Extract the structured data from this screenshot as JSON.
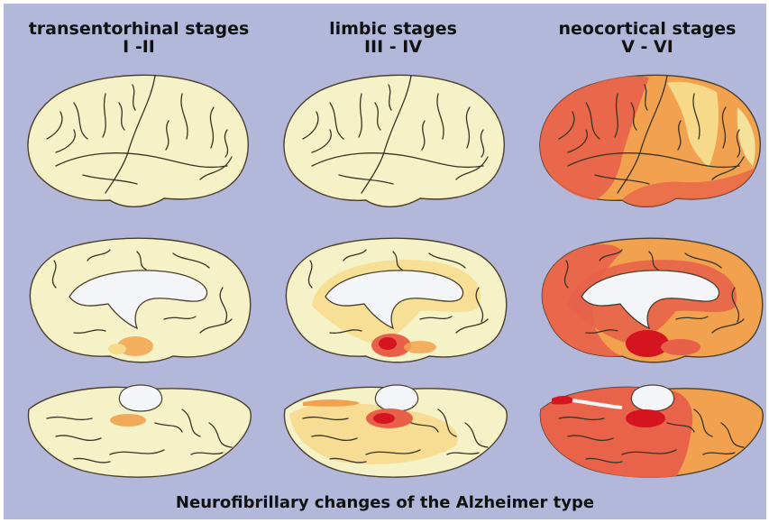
{
  "stages": [
    {
      "title": "transentorhinal stages",
      "range": "I -II"
    },
    {
      "title": "limbic stages",
      "range": "III - IV"
    },
    {
      "title": "neocortical stages",
      "range": "V - VI"
    }
  ],
  "caption": "Neurofibrillary changes of the Alzheimer type",
  "colors": {
    "background": "#b3b8db",
    "unaffected_cortex": "#f5f2c8",
    "mild": "#f7d98a",
    "moderate": "#f2a24e",
    "severe": "#e8604a",
    "most_severe": "#d4141e",
    "ventricle": "#f4f5f8"
  }
}
